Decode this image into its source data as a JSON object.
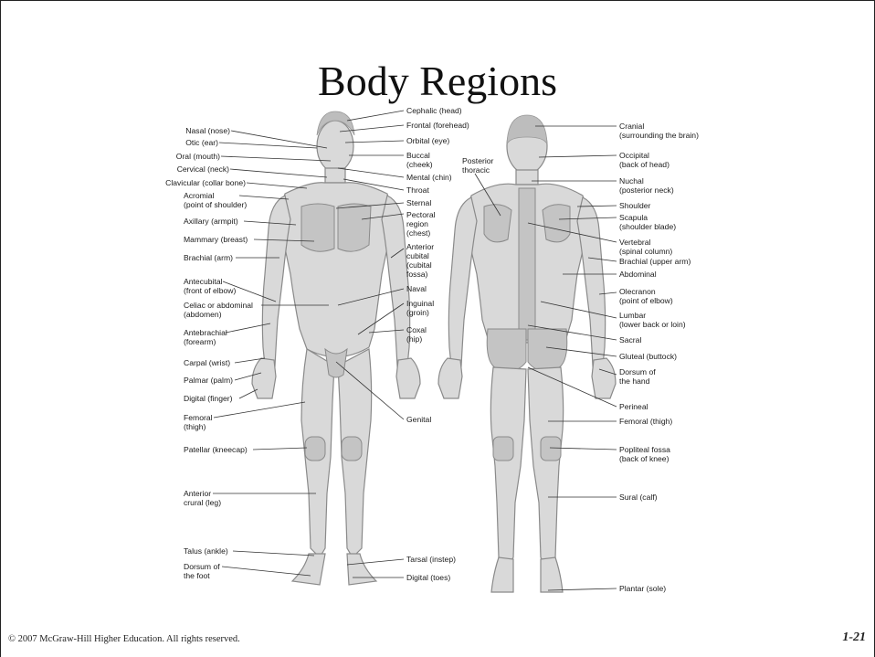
{
  "title": "Body Regions",
  "footer": "© 2007 McGraw-Hill Higher Education. All rights reserved.",
  "page_number": "1-21",
  "anterior": {
    "left": [
      [
        "Nasal (nose)"
      ],
      [
        "Otic (ear)"
      ],
      [
        "Oral (mouth)"
      ],
      [
        "Cervical (neck)"
      ],
      [
        "Clavicular (collar bone)"
      ],
      [
        "Acromial",
        "(point of shoulder)"
      ],
      [
        "Axillary (armpit)"
      ],
      [
        "Mammary (breast)"
      ],
      [
        "Brachial (arm)"
      ],
      [
        "Antecubital",
        "(front of elbow)"
      ],
      [
        "Celiac or abdominal",
        "(abdomen)"
      ],
      [
        "Antebrachial",
        "(forearm)"
      ],
      [
        "Carpal (wrist)"
      ],
      [
        "Palmar (palm)"
      ],
      [
        "Digital (finger)"
      ],
      [
        "Femoral",
        "(thigh)"
      ],
      [
        "Patellar (kneecap)"
      ],
      [
        "Anterior",
        "crural (leg)"
      ],
      [
        "Talus (ankle)"
      ],
      [
        "Dorsum of",
        "the foot"
      ]
    ],
    "right": [
      [
        "Cephalic (head)"
      ],
      [
        "Frontal (forehead)"
      ],
      [
        "Orbital (eye)"
      ],
      [
        "Buccal",
        "(cheek)"
      ],
      [
        "Mental (chin)"
      ],
      [
        "Throat"
      ],
      [
        "Sternal"
      ],
      [
        "Pectoral",
        "region",
        "(chest)"
      ],
      [
        "Anterior",
        "cubital",
        "(cubital",
        "fossa)"
      ],
      [
        "Naval"
      ],
      [
        "Inguinal",
        "(groin)"
      ],
      [
        "Coxal",
        "(hip)"
      ],
      [
        "Genital"
      ],
      [
        "Tarsal (instep)"
      ],
      [
        "Digital (toes)"
      ]
    ]
  },
  "posterior": {
    "left": [
      [
        "Posterior",
        "thoracic"
      ]
    ],
    "right": [
      [
        "Cranial",
        "(surrounding the brain)"
      ],
      [
        "Occipital",
        "(back of head)"
      ],
      [
        "Nuchal",
        "(posterior neck)"
      ],
      [
        "Shoulder"
      ],
      [
        "Scapula",
        "(shoulder blade)"
      ],
      [
        "Vertebral",
        "(spinal column)"
      ],
      [
        "Brachial (upper arm)"
      ],
      [
        "Abdominal"
      ],
      [
        "Olecranon",
        "(point of elbow)"
      ],
      [
        "Lumbar",
        "(lower back or loin)"
      ],
      [
        "Sacral"
      ],
      [
        "Gluteal (buttock)"
      ],
      [
        "Dorsum of",
        "the hand"
      ],
      [
        "Perineal"
      ],
      [
        "Femoral (thigh)"
      ],
      [
        "Popliteal fossa",
        "(back of knee)"
      ],
      [
        "Sural (calf)"
      ],
      [
        "Plantar (sole)"
      ]
    ]
  }
}
